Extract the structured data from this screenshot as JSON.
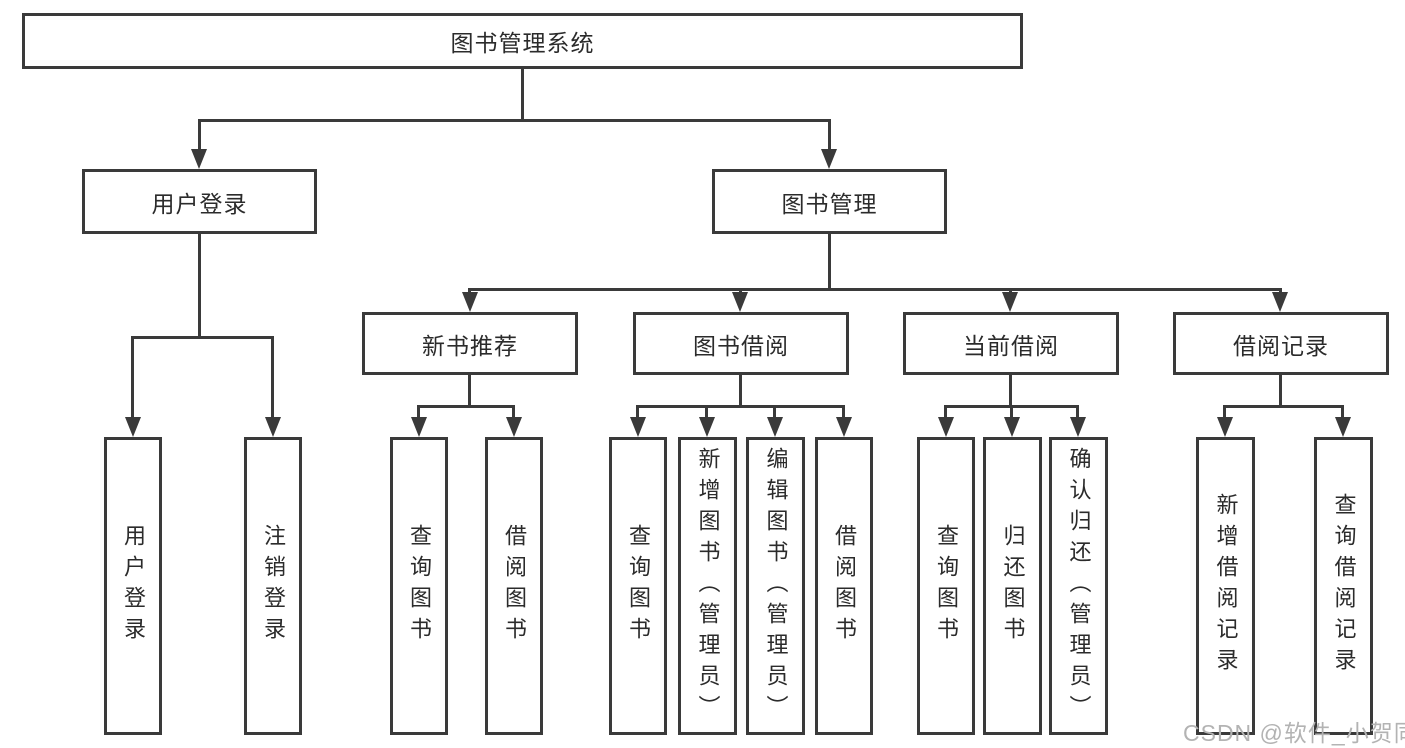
{
  "tree": {
    "root": {
      "label": "图书管理系统"
    },
    "branches": [
      {
        "label": "用户登录",
        "leaves": [
          {
            "label": "用户登录"
          },
          {
            "label": "注销登录"
          }
        ]
      },
      {
        "label": "图书管理",
        "sections": [
          {
            "label": "新书推荐",
            "leaves": [
              {
                "label": "查询图书"
              },
              {
                "label": "借阅图书"
              }
            ]
          },
          {
            "label": "图书借阅",
            "leaves": [
              {
                "label": "查询图书"
              },
              {
                "label": "新增图书（管理员）"
              },
              {
                "label": "编辑图书（管理员）"
              },
              {
                "label": "借阅图书"
              }
            ]
          },
          {
            "label": "当前借阅",
            "leaves": [
              {
                "label": "查询图书"
              },
              {
                "label": "归还图书"
              },
              {
                "label": "确认归还（管理员）"
              }
            ]
          },
          {
            "label": "借阅记录",
            "leaves": [
              {
                "label": "新增借阅记录"
              },
              {
                "label": "查询借阅记录"
              }
            ]
          }
        ]
      }
    ]
  },
  "watermark": {
    "text": "CSDN @软件_小贺同学"
  },
  "colors": {
    "line": "#3a3a3a",
    "text": "#2b2b2b",
    "watermark": "#b3b3b3",
    "background": "#ffffff"
  }
}
